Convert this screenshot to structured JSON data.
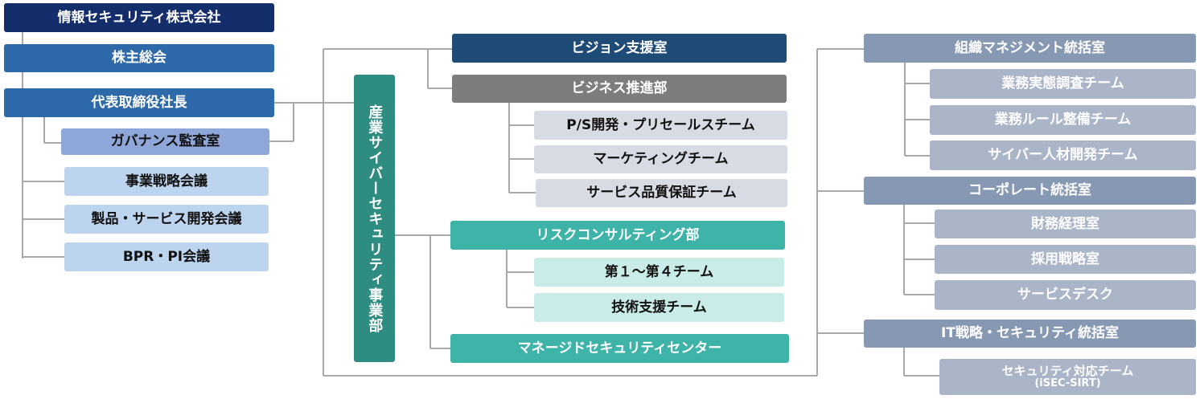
{
  "company": {
    "root": "情報セキュリティ株式会社",
    "shareholders": "株主総会",
    "president": "代表取締役社長",
    "audit": "ガバナンス監査室",
    "meetings": [
      "事業戦略会議",
      "製品・サービス開発会議",
      "BPR・PI会議"
    ]
  },
  "industrial": {
    "division": "産業サイバーセキュリティ事業部",
    "vision": "ビジョン支援室",
    "business": {
      "name": "ビジネス推進部",
      "teams": [
        "P/S開発・プリセールスチーム",
        "マーケティングチーム",
        "サービス品質保証チーム"
      ]
    },
    "risk": {
      "name": "リスクコンサルティング部",
      "teams": [
        "第１～第４チーム",
        "技術支援チーム"
      ]
    },
    "managed": "マネージドセキュリティセンター"
  },
  "management": {
    "org": {
      "name": "組織マネジメント統括室",
      "teams": [
        "業務実態調査チーム",
        "業務ルール整備チーム",
        "サイバー人材開発チーム"
      ]
    },
    "corporate": {
      "name": "コーポレート統括室",
      "teams": [
        "財務経理室",
        "採用戦略室",
        "サービスデスク"
      ]
    },
    "it": {
      "name": "IT戦略・セキュリティ統括室",
      "team_line1": "セキュリティ対応チーム",
      "team_line2": "(iSEC-SIRT)"
    }
  },
  "colors": {
    "navy": "#142d6b",
    "blue": "#2e6aa9",
    "teal": "#3eb3a7",
    "gray": "#7d7d7d",
    "slate": "#8798b3",
    "line": "#a8a8a8"
  }
}
